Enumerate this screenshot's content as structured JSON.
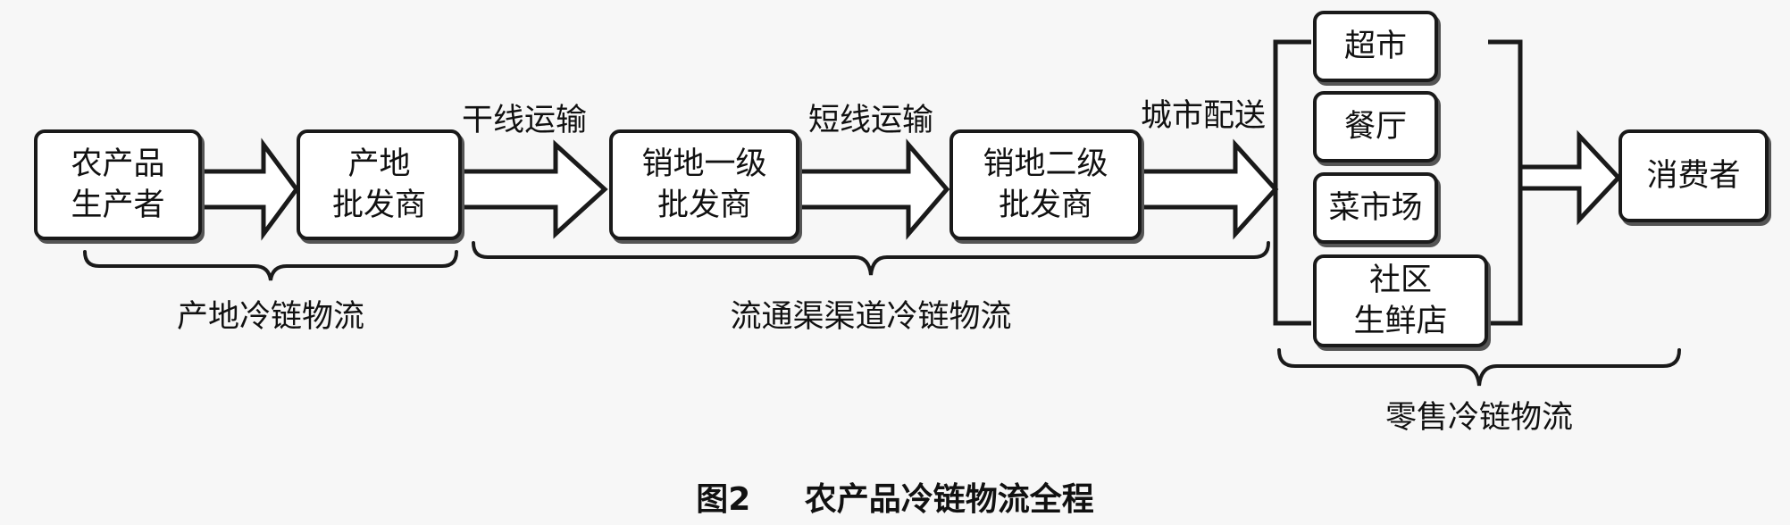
{
  "nodes": {
    "farmer": [
      "农产品",
      "生产者"
    ],
    "origin_wholesaler": [
      "产地",
      "批发商"
    ],
    "first_wholesaler": [
      "销地一级",
      "批发商"
    ],
    "second_wholesaler": [
      "销地二级",
      "批发商"
    ],
    "retailers": {
      "supermarket": [
        "超市"
      ],
      "restaurant": [
        "餐厅"
      ],
      "vegetable_market": [
        "菜市场"
      ],
      "community_store": [
        "社区",
        "生鲜店"
      ]
    },
    "consumer": [
      "消费者"
    ]
  },
  "edges": {
    "trunk": "干线运输",
    "short": "短线运输",
    "city": "城市配送"
  },
  "stages": {
    "origin": "产地冷链物流",
    "circulation": "流通渠渠道冷链物流",
    "retail": "零售冷链物流"
  },
  "caption": {
    "number": "图2",
    "title": "农产品冷链物流全程"
  },
  "colors": {
    "stroke": "#1a1a1a",
    "box_fill": "#ffffff",
    "background": "#f7f7f7"
  }
}
